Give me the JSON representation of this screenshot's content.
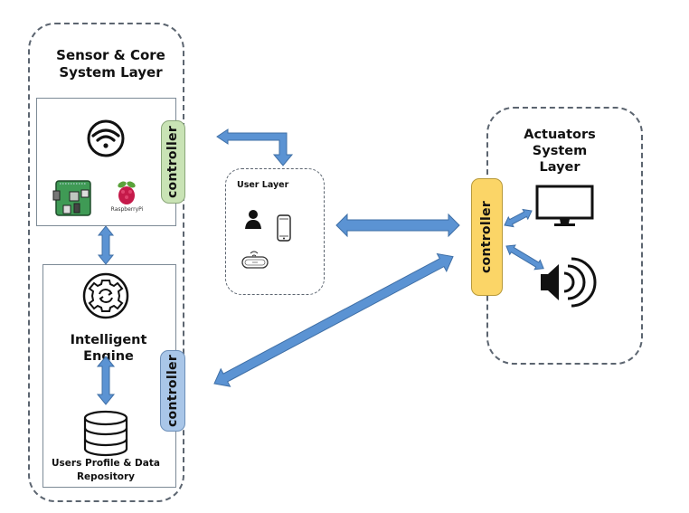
{
  "sensor_layer": {
    "title_line1": "Sensor & Core",
    "title_line2": "System Layer",
    "icons": [
      "wifi-icon",
      "circuit-board-icon",
      "raspberry-pi-logo"
    ],
    "raspberry_label": "RaspberryPi",
    "controller_label": "controller",
    "controller_color": "#c9e3b5"
  },
  "engine": {
    "title": "Intelligent Engine",
    "repository_line1": "Users Profile & Data",
    "repository_line2": "Repository",
    "controller_label": "controller",
    "controller_color": "#a9c6e8"
  },
  "user_layer": {
    "title": "User Layer",
    "icons": [
      "user-icon",
      "smartphone-icon",
      "wireless-device-icon"
    ]
  },
  "actuators_layer": {
    "title_line1": "Actuators System",
    "title_line2": "Layer",
    "controller_label": "controller",
    "controller_color": "#fbd567",
    "icons": [
      "monitor-icon",
      "speaker-icon"
    ]
  },
  "colors": {
    "arrow_fill": "#5b93d3",
    "arrow_stroke": "#3f6fa6",
    "dashed_border": "#5c6570"
  }
}
